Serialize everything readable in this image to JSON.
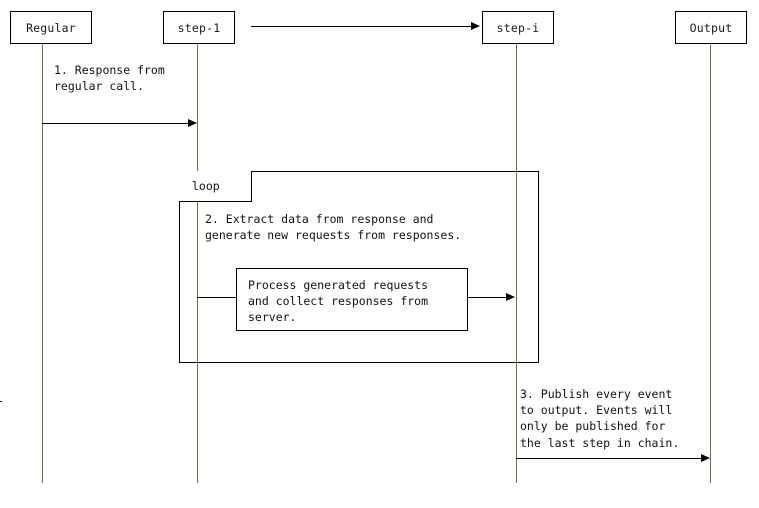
{
  "diagram": {
    "type": "sequence-diagram",
    "participants": [
      {
        "id": "regular",
        "label": "Regular"
      },
      {
        "id": "step-1",
        "label": "step-1"
      },
      {
        "id": "step-i",
        "label": "step-i"
      },
      {
        "id": "output",
        "label": "Output"
      }
    ],
    "messages": [
      {
        "id": "ellipsis-chain",
        "from": "step-1",
        "to": "step-i",
        "label": ""
      },
      {
        "id": "response-from-regular-call",
        "from": "regular",
        "to": "step-1",
        "label": "1. Response from\nregular call."
      },
      {
        "id": "process-generated-requests",
        "from": "step-1",
        "to": "step-i",
        "label": "Process generated requests\nand collect responses from\nserver."
      },
      {
        "id": "publish-every-event",
        "from": "step-i",
        "to": "output",
        "label": "3. Publish every event\nto output. Events will\nonly be published for\nthe last step in chain."
      }
    ],
    "fragments": [
      {
        "id": "loop-fragment",
        "operator": "loop",
        "body_text": "2. Extract data from response and\ngenerate new requests from responses."
      }
    ],
    "notes": [
      {
        "id": "process-note",
        "text": "Process generated requests\nand collect responses from\nserver."
      }
    ],
    "colors": {
      "stroke": "#000000",
      "lifeline": "#6b6f4a",
      "background": "#ffffff",
      "text": "#111111"
    }
  }
}
